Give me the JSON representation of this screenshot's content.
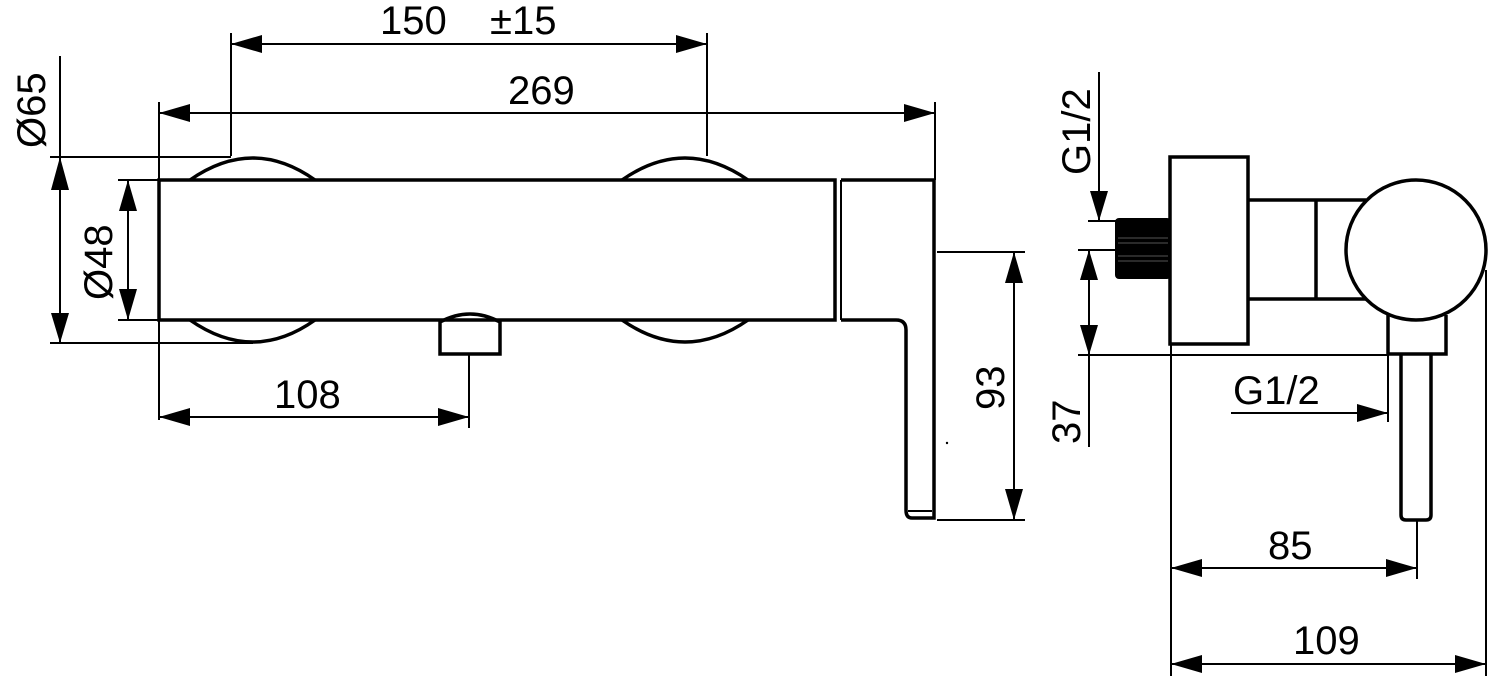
{
  "drawing": {
    "title": "Shower mixer dimension drawing",
    "line_color": "#000000",
    "background": "#ffffff",
    "units": "mm"
  },
  "front_view": {
    "dimensions": {
      "handle_spacing": "150",
      "handle_spacing_tolerance": "±15",
      "overall_length": "269",
      "rosette_diameter": "Ø65",
      "body_diameter": "Ø48",
      "outlet_offset": "108",
      "lever_length": "93"
    }
  },
  "side_view": {
    "dimensions": {
      "inlet_thread": "G1/2",
      "outlet_thread": "G1/2",
      "inlet_height": "37",
      "lever_projection": "85",
      "overall_depth": "109"
    }
  }
}
